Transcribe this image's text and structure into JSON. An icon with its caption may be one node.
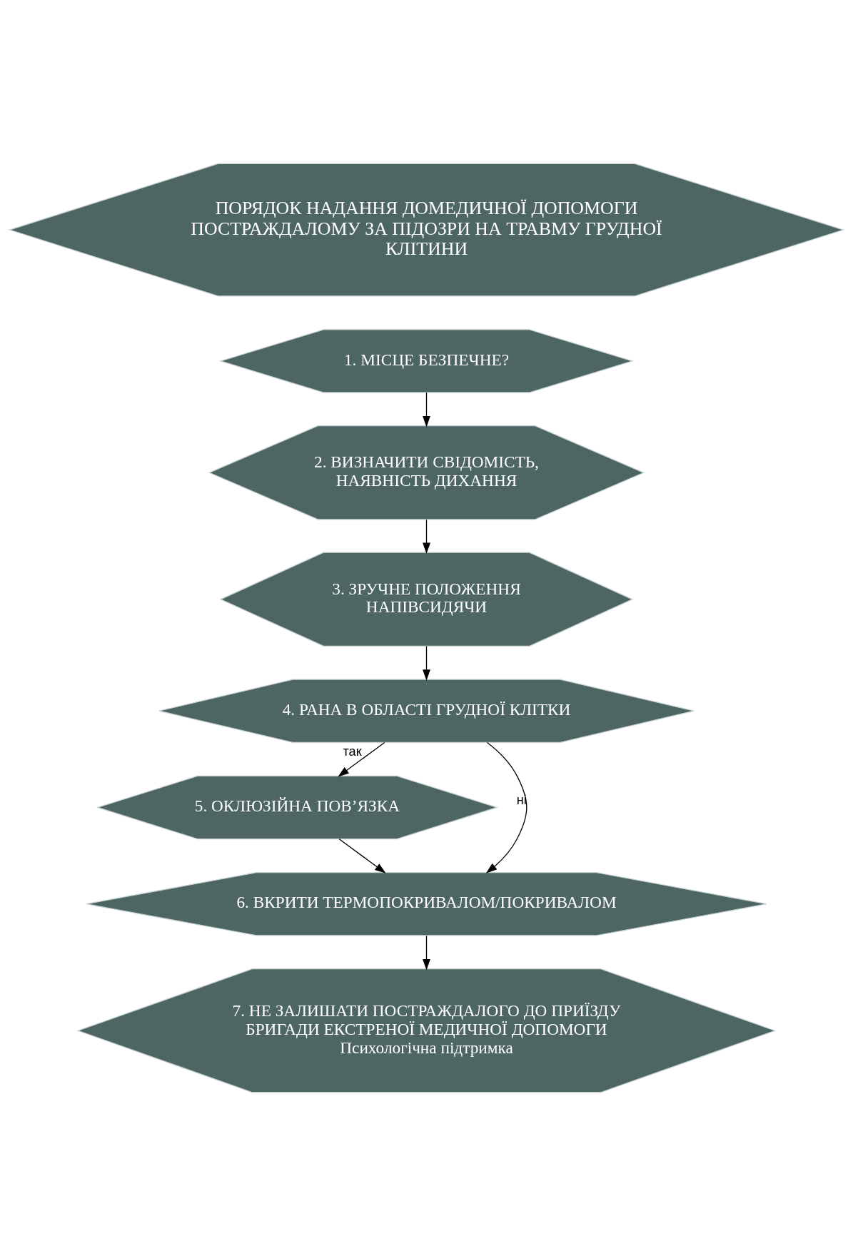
{
  "diagram": {
    "nodes": [
      {
        "text": [
          "ПОРЯДОК НАДАННЯ ДОМЕДИЧНОЇ ДОПОМОГИ ПОСТРАЖДАЛОМУ ЗА ПІДОЗРИ НА ТРАВМУ ГРУДНОЇ КЛІТИНИ"
        ]
      },
      {
        "text": [
          "1. МІСЦЕ БЕЗПЕЧНЕ?"
        ]
      },
      {
        "text": [
          "2. ВИЗНАЧИТИ СВІДОМІСТЬ, НАЯВНІСТЬ ДИХАННЯ"
        ]
      },
      {
        "text": [
          "3. ЗРУЧНЕ ПОЛОЖЕННЯ НАПІВСИДЯЧИ"
        ]
      },
      {
        "text": [
          "4. РАНА В ОБЛАСТІ ГРУДНОЇ КЛІТКИ"
        ]
      },
      {
        "text": [
          "5. ОКЛЮЗІЙНА ПОВ’ЯЗКА"
        ]
      },
      {
        "text": [
          "6. ВКРИТИ ТЕРМОПОКРИВАЛОМ/ПОКРИВАЛОМ"
        ]
      },
      {
        "text": [
          "7. НЕ ЗАЛИШАТИ ПОСТРАЖДАЛОГО ДО ПРИЇЗДУ БРИГАДИ ЕКСТРЕНОЇ МЕДИЧНОЇ ДОПОМОГИ",
          "Психологічна підтримка"
        ]
      }
    ],
    "edges": [
      {
        "from": 1,
        "to": 2,
        "arrow": "to"
      },
      {
        "from": 2,
        "to": 3,
        "arrow": "to"
      },
      {
        "from": 3,
        "to": 4,
        "arrow": "to"
      },
      {
        "from": 4,
        "to": 5,
        "arrow": "to",
        "label": "так"
      },
      {
        "from": 4,
        "to": 6,
        "arrow": "to",
        "label": "ні"
      },
      {
        "from": 5,
        "to": 6,
        "arrow": "to"
      },
      {
        "from": 6,
        "to": 7,
        "arrow": "to"
      }
    ]
  }
}
